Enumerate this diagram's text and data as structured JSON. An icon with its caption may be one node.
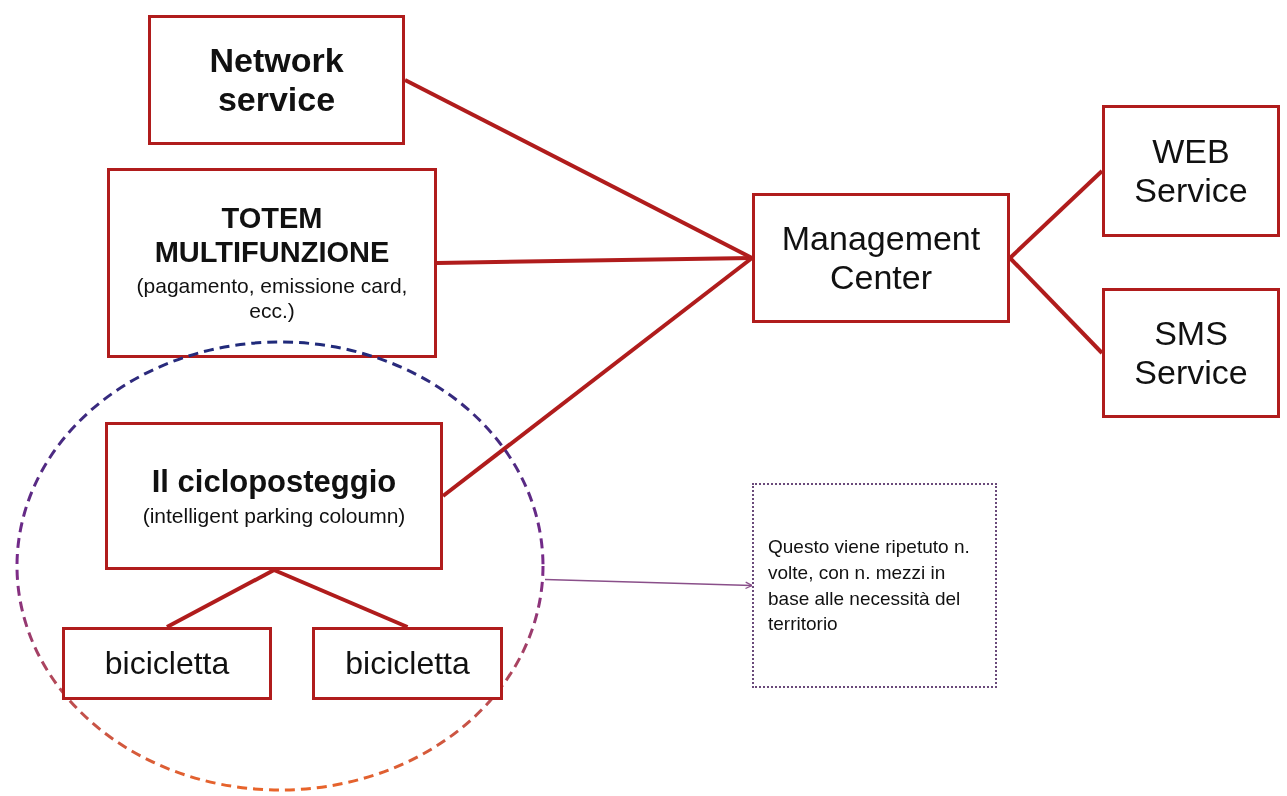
{
  "diagram": {
    "nodes": [
      {
        "text": [
          "Network service"
        ]
      },
      {
        "text": [
          "TOTEM MULTIFUNZIONE",
          "(pagamento, emissione card, ecc.)"
        ]
      },
      {
        "text": [],
        "shape": "ellipse"
      },
      {
        "text": [
          "Il cicloposteggio",
          "(intelligent parking coloumn)"
        ],
        "in": 2
      },
      {
        "text": [
          "bicicletta"
        ],
        "in": 2
      },
      {
        "text": [
          "bicicletta"
        ],
        "in": 2
      },
      {
        "text": [
          "Management Center"
        ]
      },
      {
        "text": [
          "WEB Service"
        ]
      },
      {
        "text": [
          "SMS Service"
        ]
      },
      {
        "text": [
          "Questo viene ripetuto n. volte, con n. mezzi in base alle necessità del territorio"
        ]
      }
    ],
    "edges": [
      {
        "from": 0,
        "to": 6,
        "arrow": "none"
      },
      {
        "from": 1,
        "to": 6,
        "arrow": "none"
      },
      {
        "from": 3,
        "to": 6,
        "arrow": "none"
      },
      {
        "from": 6,
        "to": 7,
        "arrow": "none"
      },
      {
        "from": 6,
        "to": 8,
        "arrow": "none"
      },
      {
        "from": 3,
        "to": 4,
        "arrow": "none"
      },
      {
        "from": 3,
        "to": 5,
        "arrow": "none"
      },
      {
        "from": 2,
        "to": 9,
        "arrow": "to",
        "color": "#8a4f8a"
      }
    ]
  }
}
